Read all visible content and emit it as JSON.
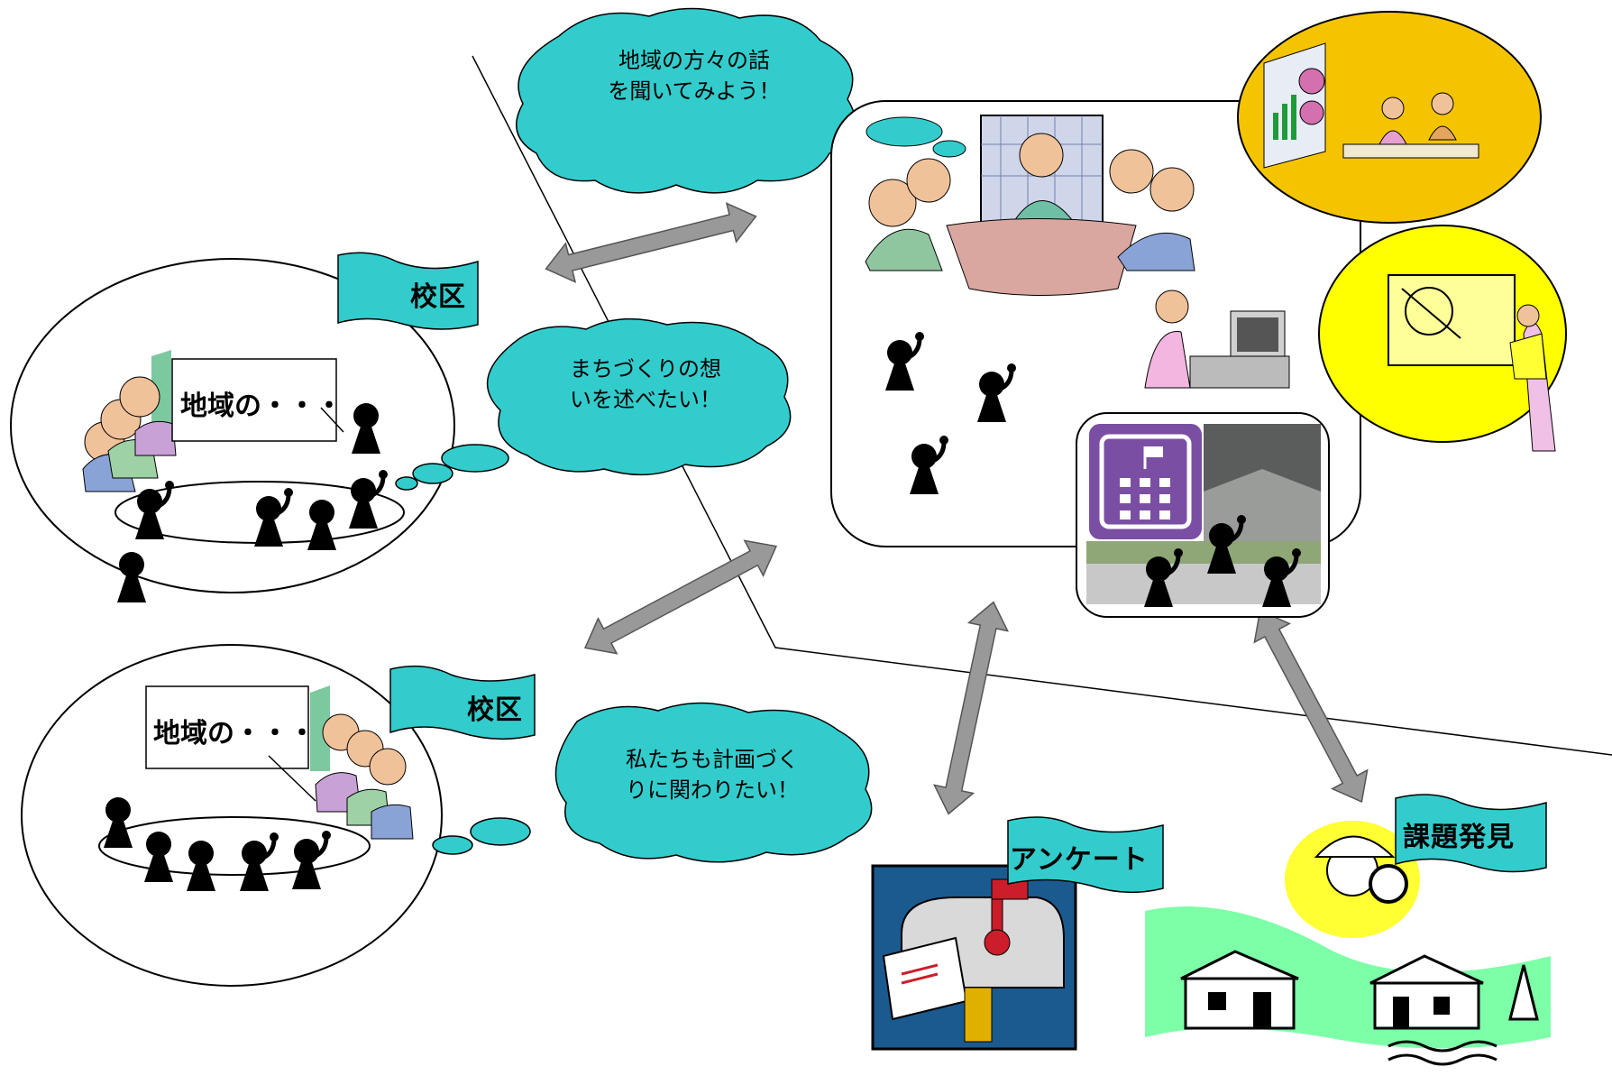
{
  "clouds": {
    "top": "地域の方々の話を聞いてみよう！",
    "top_line1": "地域の方々の話",
    "top_line2": "を聞いてみよう！",
    "middle_line1": "まちづくりの想",
    "middle_line2": "いを述べたい！",
    "bottom_line1": "私たちも計画づく",
    "bottom_line2": "りに関わりたい！"
  },
  "flags": {
    "school_district_upper": "校区",
    "school_district_lower": "校区",
    "survey": "アンケート",
    "issue_discovery": "課題発見"
  },
  "boxes": {
    "upper_text": "地域の・・・",
    "lower_text": "地域の・・・"
  },
  "colors": {
    "cloud": "#33cccc",
    "flag": "#33cccc",
    "arrow": "#999999",
    "building_icon": "#7a4fa3",
    "people": "#000000"
  }
}
